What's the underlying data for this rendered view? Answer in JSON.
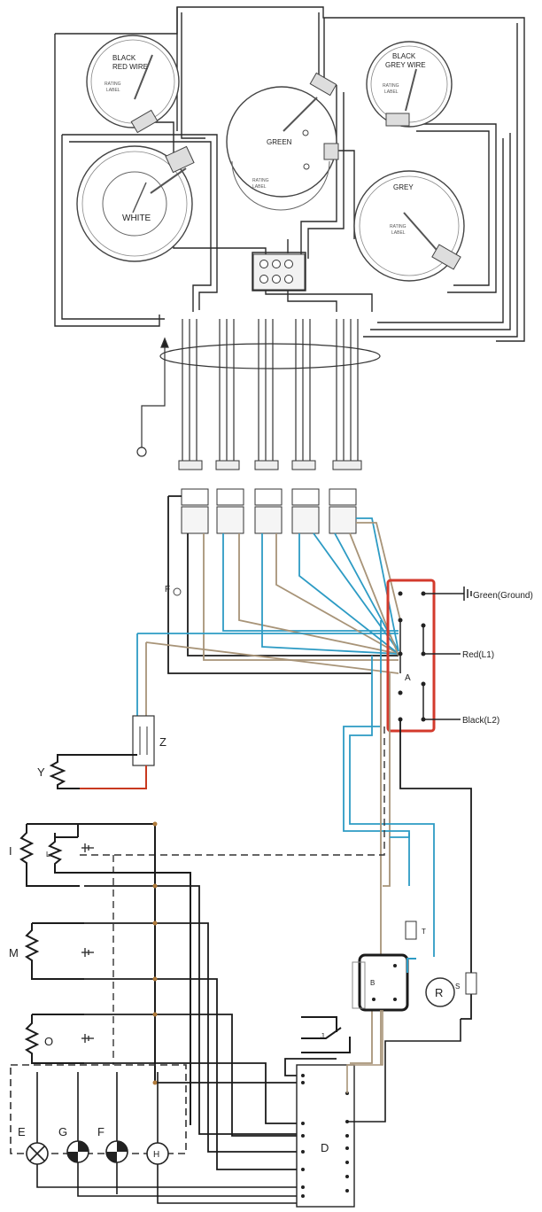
{
  "elements": {
    "top_left": "BLACK\nRED WIRE",
    "top_right": "BLACK\nGREY WIRE",
    "center": "GREEN",
    "left": "WHITE",
    "right": "GREY"
  },
  "terminal_block": {
    "label": "A",
    "leads": [
      {
        "label": "Green(Ground)"
      },
      {
        "label": "Red(L1)"
      },
      {
        "label": "Black(L2)"
      }
    ]
  },
  "components": {
    "F_label": "F",
    "Z_label": "Z",
    "Y_label": "Y",
    "I_label": "I",
    "L_label": "L",
    "M_label": "M",
    "O_label": "O",
    "T_label": "T",
    "B_label": "B",
    "R_label": "R",
    "S_label": "S",
    "J_label": "J",
    "D_label": "D",
    "E_label": "E",
    "G_label": "G",
    "F2_label": "F",
    "H_label": "H"
  },
  "colors": {
    "wire_black": "#1b1b1b",
    "wire_blue": "#2d9bc4",
    "wire_tan": "#a89478",
    "wire_red": "#c8391f",
    "highlight_box": "#d33a2c"
  }
}
